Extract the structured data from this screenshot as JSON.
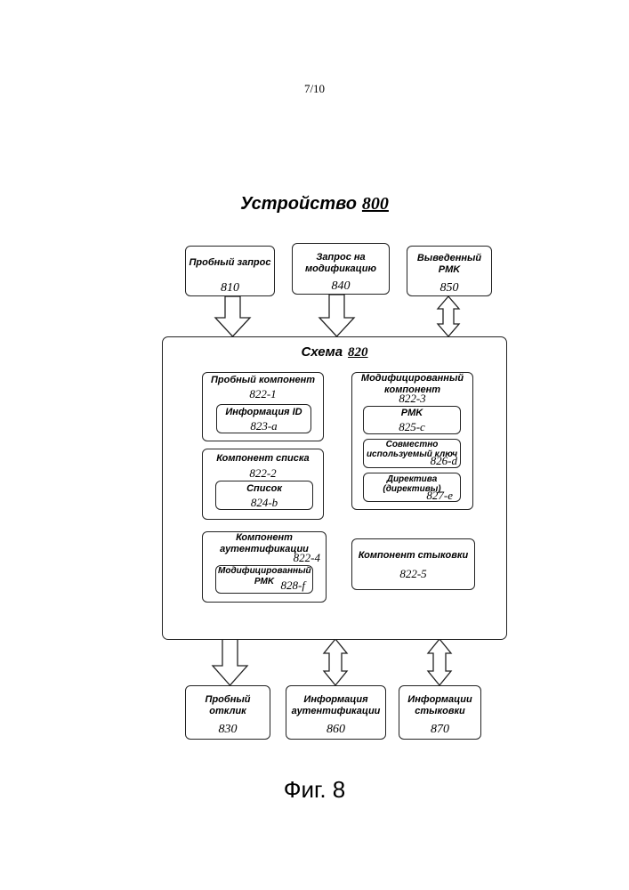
{
  "page_number": "7/10",
  "device": {
    "title": "Устройство",
    "number": "800"
  },
  "inputs": [
    {
      "label": "Пробный запрос",
      "number": "810"
    },
    {
      "label": "Запрос на модификацию",
      "number": "840"
    },
    {
      "label": "Выведенный PMK",
      "number": "850"
    }
  ],
  "schema": {
    "title": "Схема",
    "number": "820",
    "probe_component": {
      "label": "Пробный компонент",
      "number": "822-1",
      "inner": {
        "label": "Информация ID",
        "number": "823-a"
      }
    },
    "list_component": {
      "label": "Компонент списка",
      "number": "822-2",
      "inner": {
        "label": "Список",
        "number": "824-b"
      }
    },
    "auth_component": {
      "label": "Компонент аутентификации",
      "number": "822-4",
      "inner": {
        "label": "Модифицированный PMK",
        "number": "828-f"
      }
    },
    "modified_component": {
      "label": "Модифицированный компонент",
      "number": "822-3",
      "items": [
        {
          "label": "PMK",
          "number": "825-c"
        },
        {
          "label": "Совместно используемый ключ",
          "number": "826-d"
        },
        {
          "label": "Директива (директивы)",
          "number": "827-e"
        }
      ]
    },
    "docking_component": {
      "label": "Компонент стыковки",
      "number": "822-5"
    }
  },
  "outputs": [
    {
      "label": "Пробный отклик",
      "number": "830"
    },
    {
      "label": "Информация аутентификации",
      "number": "860"
    },
    {
      "label": "Информации стыковки",
      "number": "870"
    }
  ],
  "caption": "Фиг. 8"
}
